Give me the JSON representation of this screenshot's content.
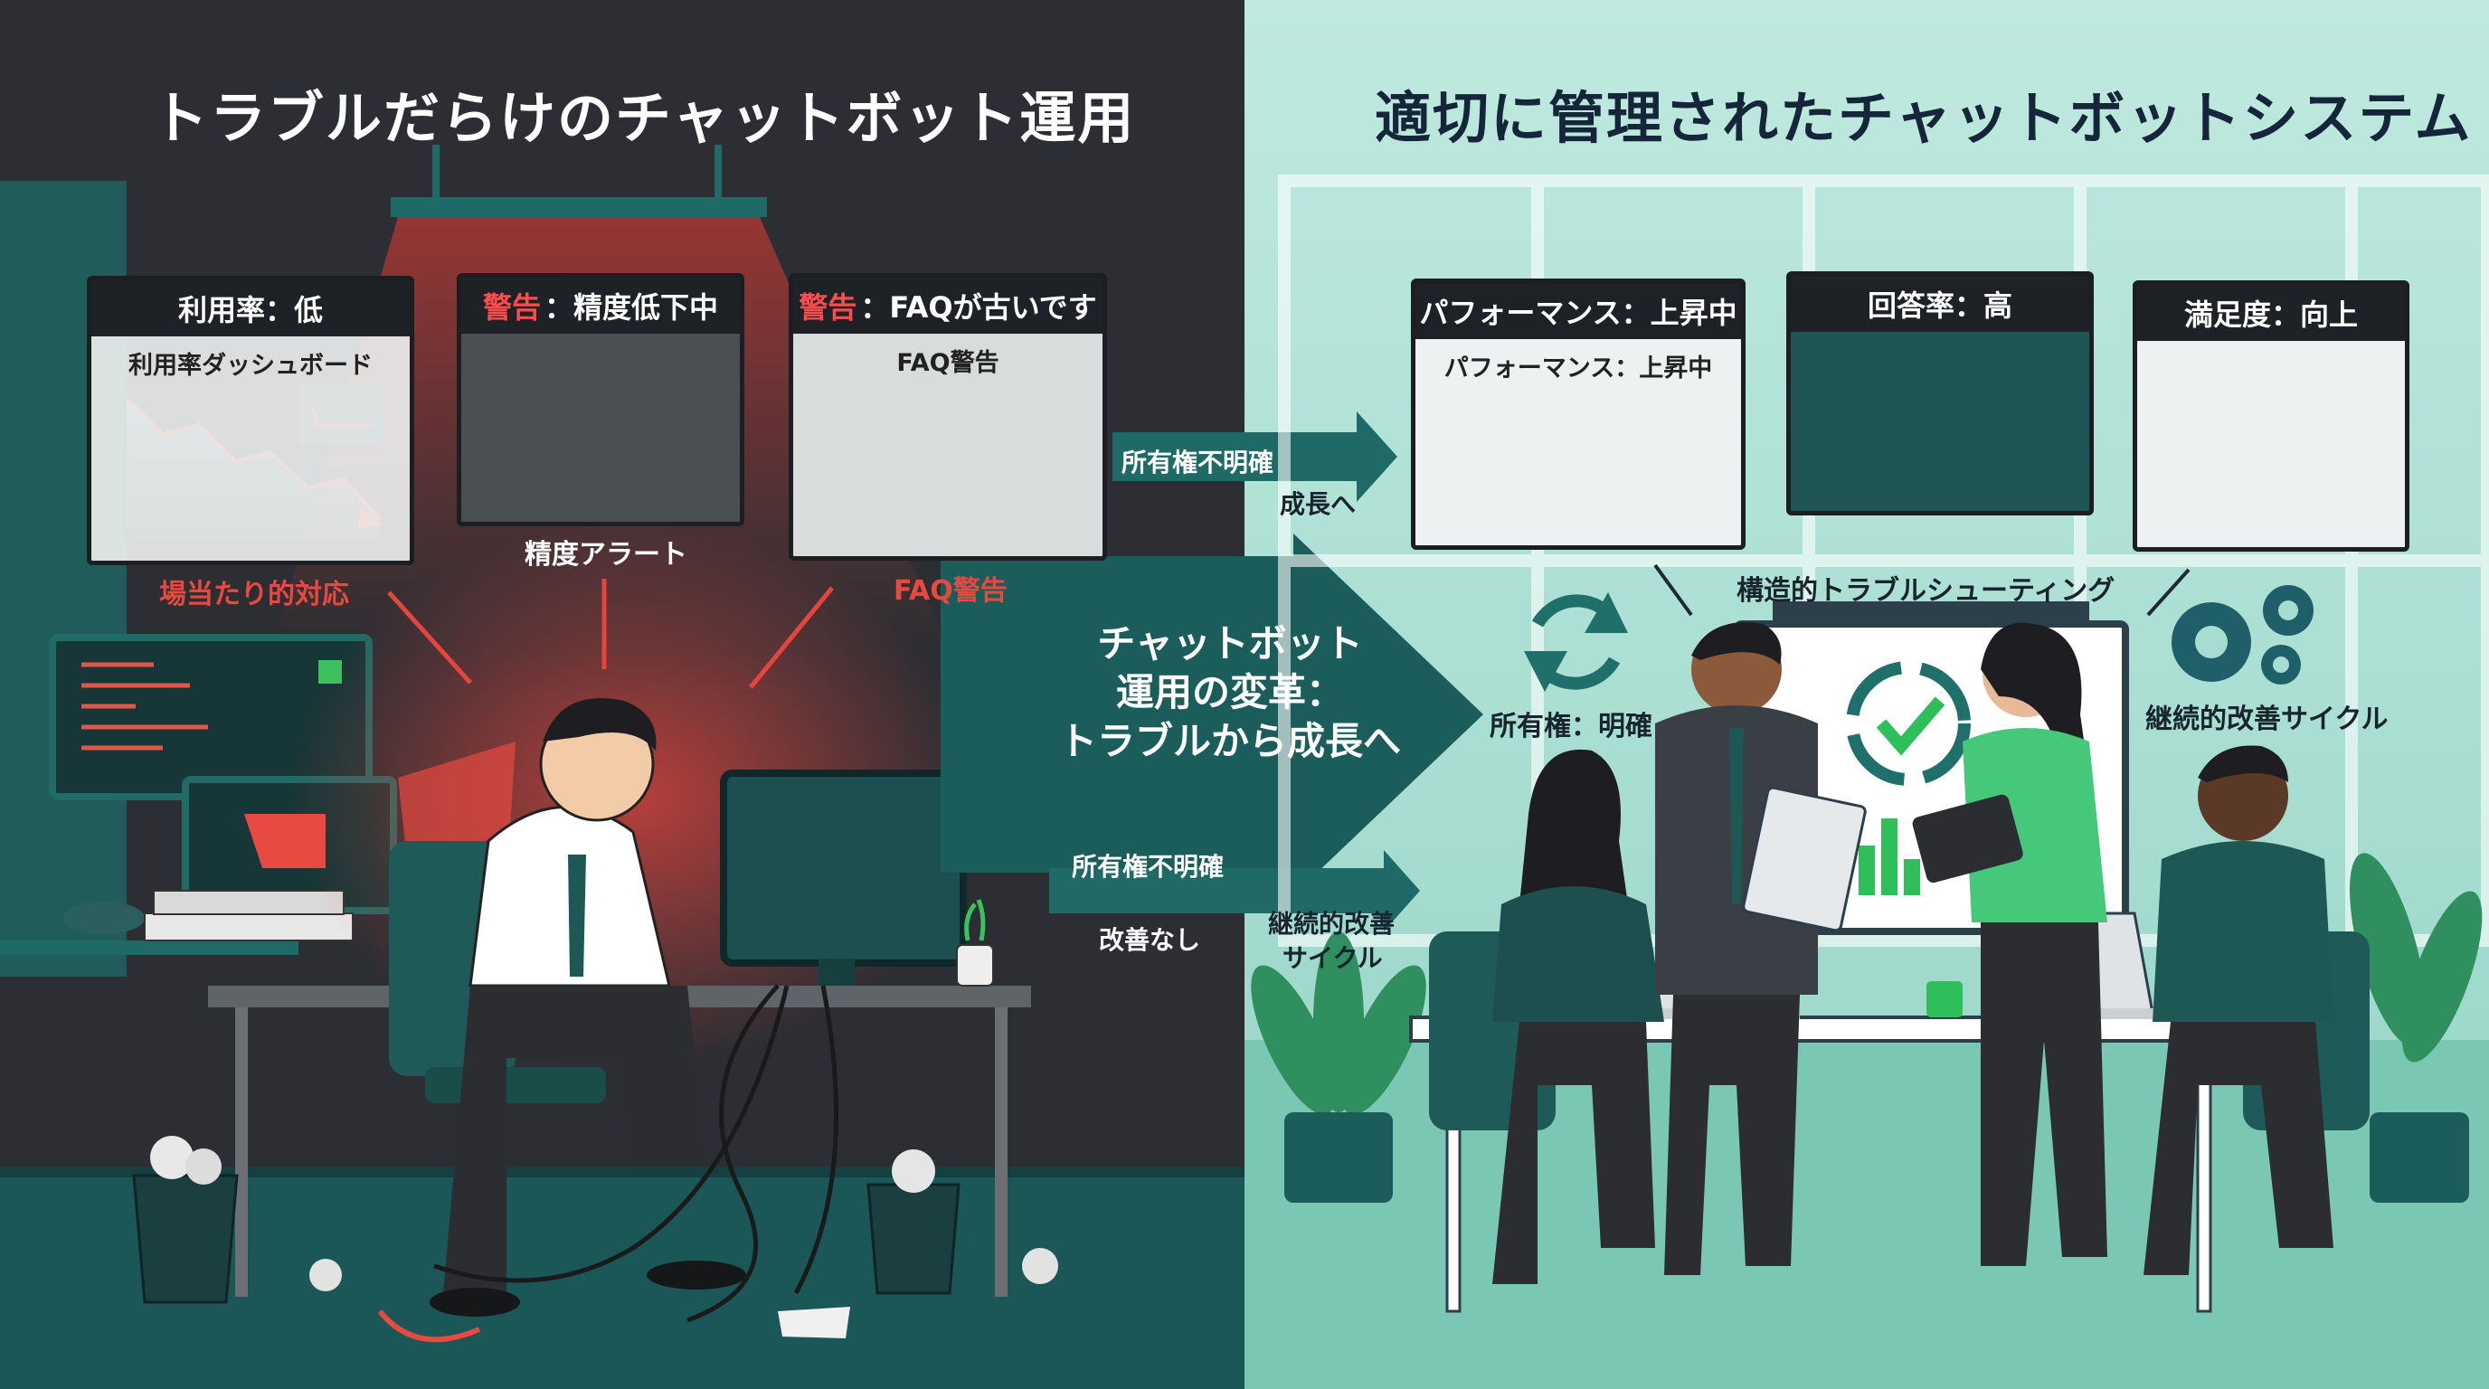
{
  "titles": {
    "left": "トラブルだらけのチャットボット運用",
    "right": "適切に管理されたチャットボットシステム"
  },
  "left_panels": {
    "usage": {
      "header": "利用率：低",
      "subtitle": "利用率ダッシュボード",
      "caption": "場当たり的対応"
    },
    "accuracy": {
      "header_warn": "警告",
      "header_rest": "：精度低下中",
      "caption": "精度アラート"
    },
    "faq": {
      "header_warn": "警告",
      "header_rest": "：FAQが古いです",
      "subtitle": "FAQ警告",
      "caption": "FAQ警告"
    }
  },
  "middle": {
    "top_label_1": "所有権不明確",
    "top_label_2": "成長へ",
    "big_arrow_lines": [
      "チャットボット",
      "運用の変革：",
      "トラブルから成長へ"
    ],
    "bottom_label_1": "所有権不明確",
    "bottom_label_2": "改善なし",
    "bottom_right_label_1": "継続的改善",
    "bottom_right_label_2": "サイクル"
  },
  "right_panels": {
    "performance": {
      "header": "パフォーマンス：上昇中",
      "subtitle": "パフォーマンス：上昇中"
    },
    "response": {
      "header": "回答率：高"
    },
    "satisfaction": {
      "header": "満足度：向上"
    }
  },
  "right_labels": {
    "troubleshooting": "構造的トラブルシューティング",
    "ownership": "所有権：明確",
    "cycle": "継続的改善サイクル"
  },
  "colors": {
    "left_bg": "#2c2e33",
    "teal_dark": "#1b5b5a",
    "teal": "#1f6f6b",
    "alert_red": "#e8493f",
    "growth_green": "#2fbf5a",
    "right_bg": "#a6ddd0"
  },
  "icons": [
    "robot-icon",
    "warning-icon",
    "question-icon",
    "refresh-icon",
    "gear-icon",
    "check-cycle-icon",
    "document-icon"
  ]
}
